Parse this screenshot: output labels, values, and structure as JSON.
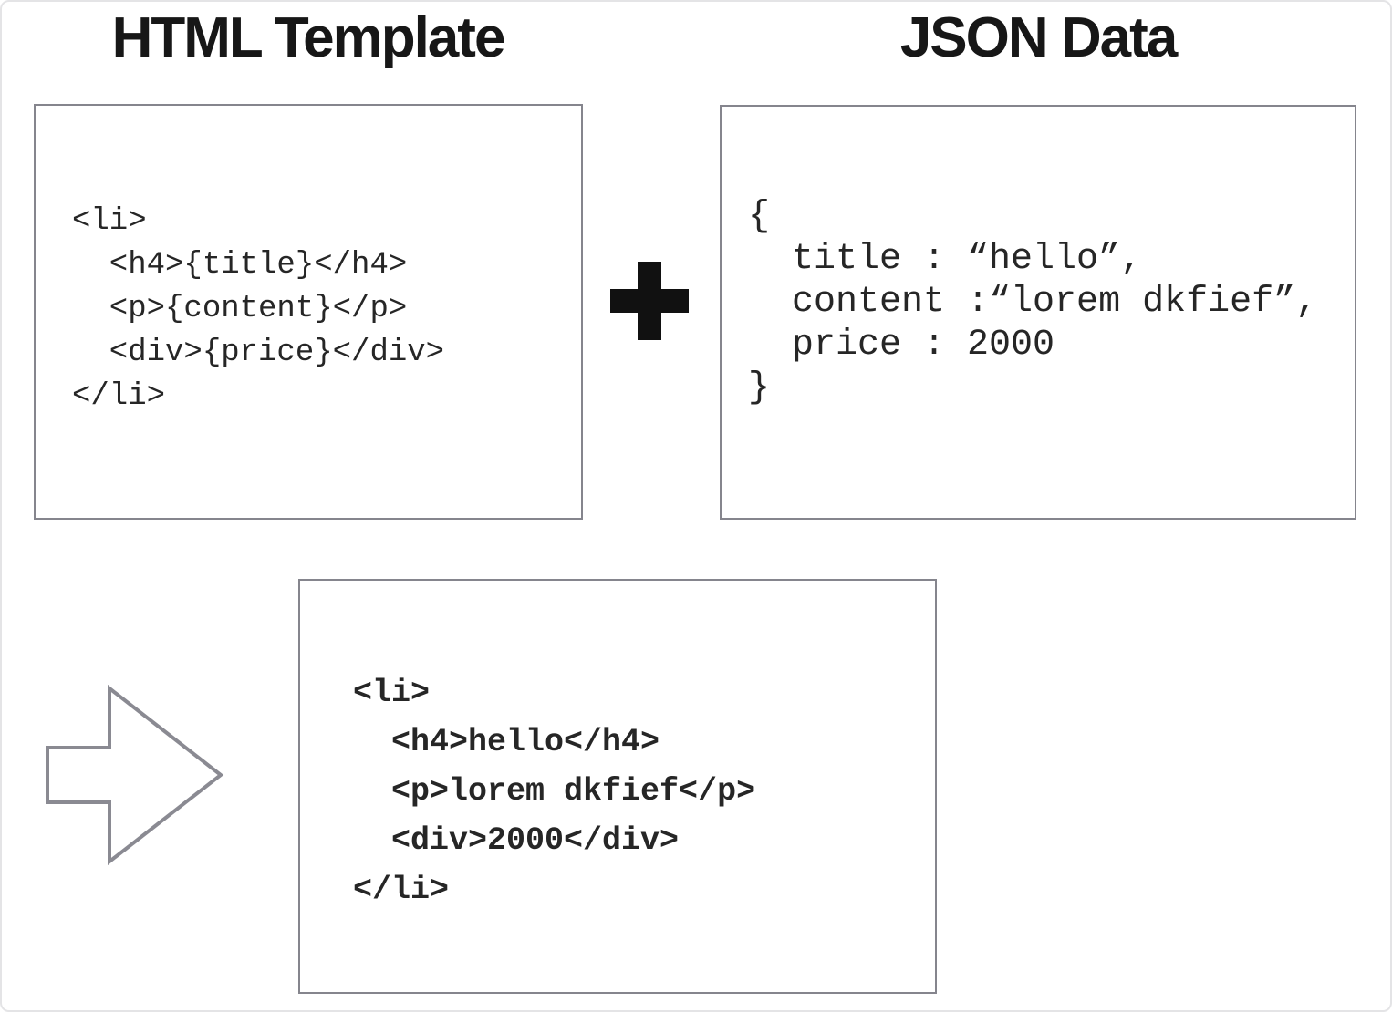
{
  "diagram": {
    "left_panel": {
      "title": "HTML Template",
      "code": "<li>\n  <h4>{title}</h4>\n  <p>{content}</p>\n  <div>{price}</div>\n</li>"
    },
    "right_panel": {
      "title": "JSON Data",
      "code": "{\n  title : “hello”,\n  content :“lorem dkfief”,\n  price : 2000\n}"
    },
    "result_panel": {
      "code": "<li>\n  <h4>hello</h4>\n  <p>lorem dkfief</p>\n  <div>2000</div>\n</li>"
    },
    "operators": {
      "plus_icon": "plus",
      "arrow_icon": "right-arrow"
    }
  },
  "colors": {
    "background": "#ffffff",
    "box_border": "#85858d",
    "arrow_stroke": "#8a8a92",
    "plus_fill": "#111111",
    "title_text": "#171717",
    "code_text": "#262626",
    "page_border": "#e4e4e6"
  }
}
